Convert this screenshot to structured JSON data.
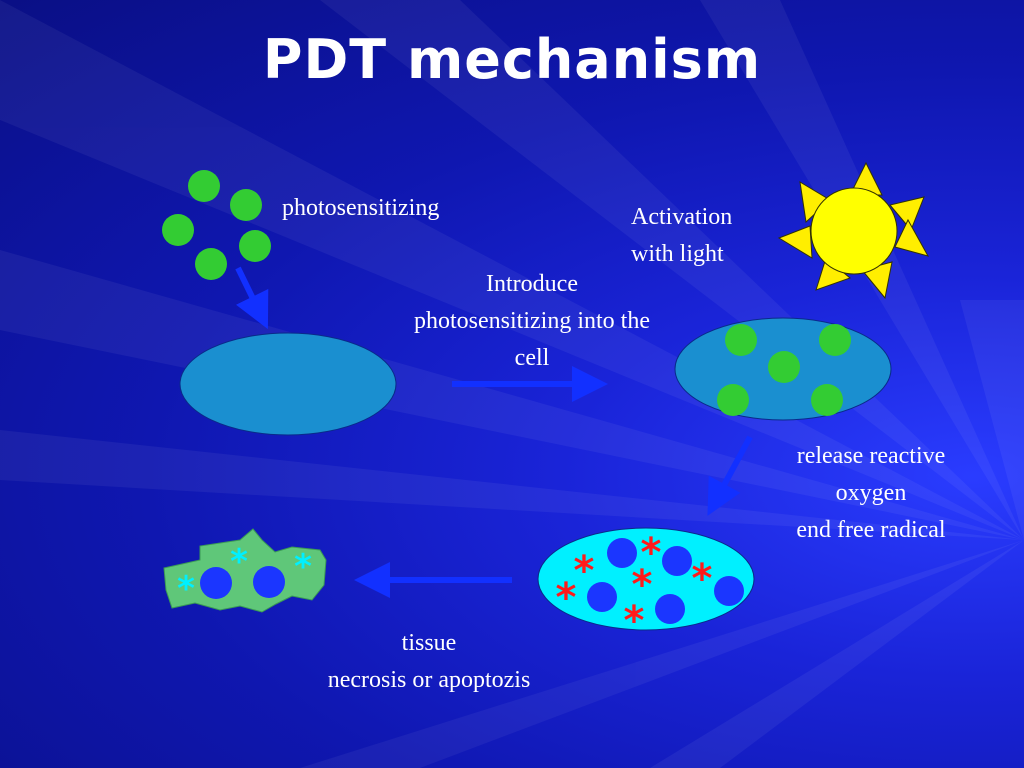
{
  "title": "PDT mechanism",
  "labels": {
    "photosensitizing": "photosensitizing",
    "activation": [
      "Activation",
      "with light"
    ],
    "introduce": [
      "Introduce",
      "photosensitizing into the",
      "cell"
    ],
    "release": [
      "release reactive",
      "oxygen",
      "end free radical"
    ],
    "tissue": [
      "tissue",
      "necrosis or apoptozis"
    ]
  },
  "colors": {
    "background": "#1a24d8",
    "cell": "#1a8fd0",
    "sensitizer": "#33cc33",
    "activated_cell": "#00f0ff",
    "tissue": "#5fc779",
    "nucleus": "#1b36ff",
    "reactive_oxygen": "#ff1a1a",
    "arrow": "#1230ff",
    "sun": "#ffff00"
  },
  "icons": [
    "sun-icon",
    "asterisk-icon",
    "arrow-icon"
  ]
}
